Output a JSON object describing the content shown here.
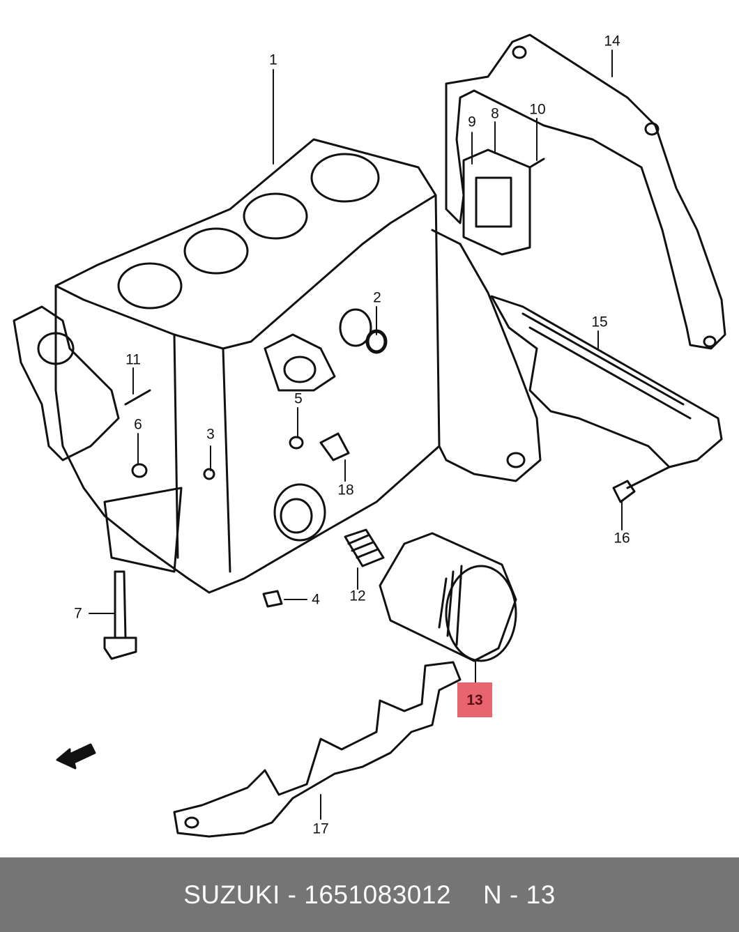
{
  "callouts": {
    "c1": "1",
    "c2": "2",
    "c3": "3",
    "c4": "4",
    "c5": "5",
    "c6": "6",
    "c7": "7",
    "c8": "8",
    "c9": "9",
    "c10": "10",
    "c11": "11",
    "c12": "12",
    "c13": "13",
    "c14": "14",
    "c15": "15",
    "c16": "16",
    "c17": "17",
    "c18": "18"
  },
  "highlight": {
    "part": "13",
    "color": "#e8646e"
  },
  "footer": {
    "brand": "SUZUKI",
    "dash": "-",
    "part_number": "1651083012",
    "position": "N - 13",
    "background": "#757575"
  }
}
